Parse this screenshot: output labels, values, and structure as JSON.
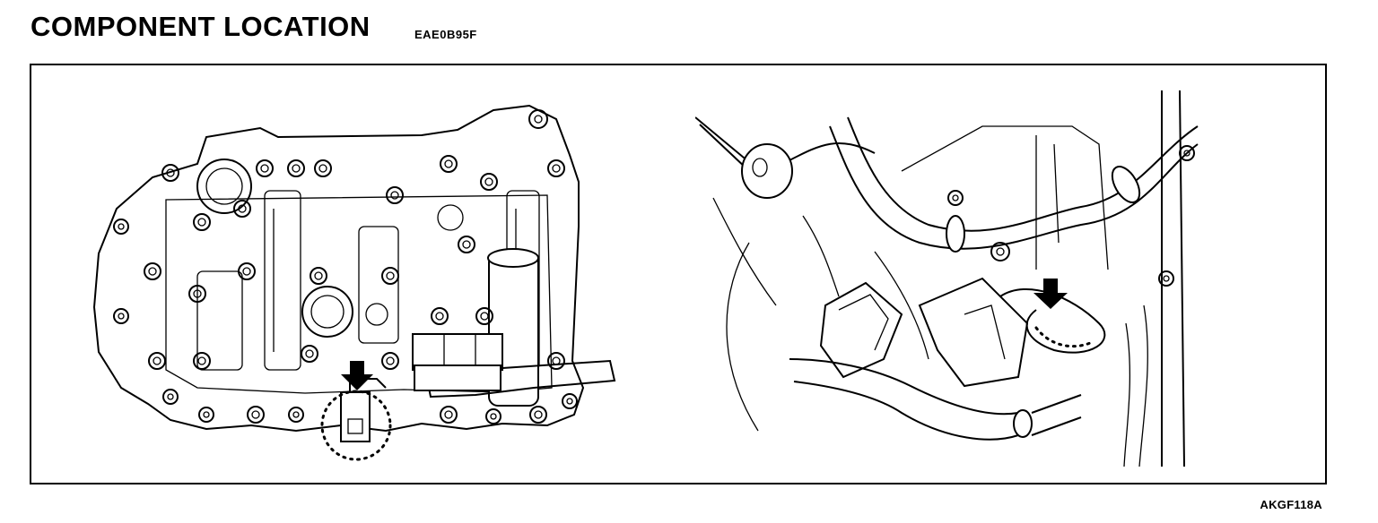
{
  "header": {
    "title": "COMPONENT LOCATION",
    "code": "EAE0B95F"
  },
  "figure": {
    "ref": "AKGF118A",
    "left_view": "valve-body-with-connector",
    "right_view": "transaxle-harness-connector"
  },
  "colors": {
    "ink": "#000000",
    "paper": "#ffffff"
  }
}
